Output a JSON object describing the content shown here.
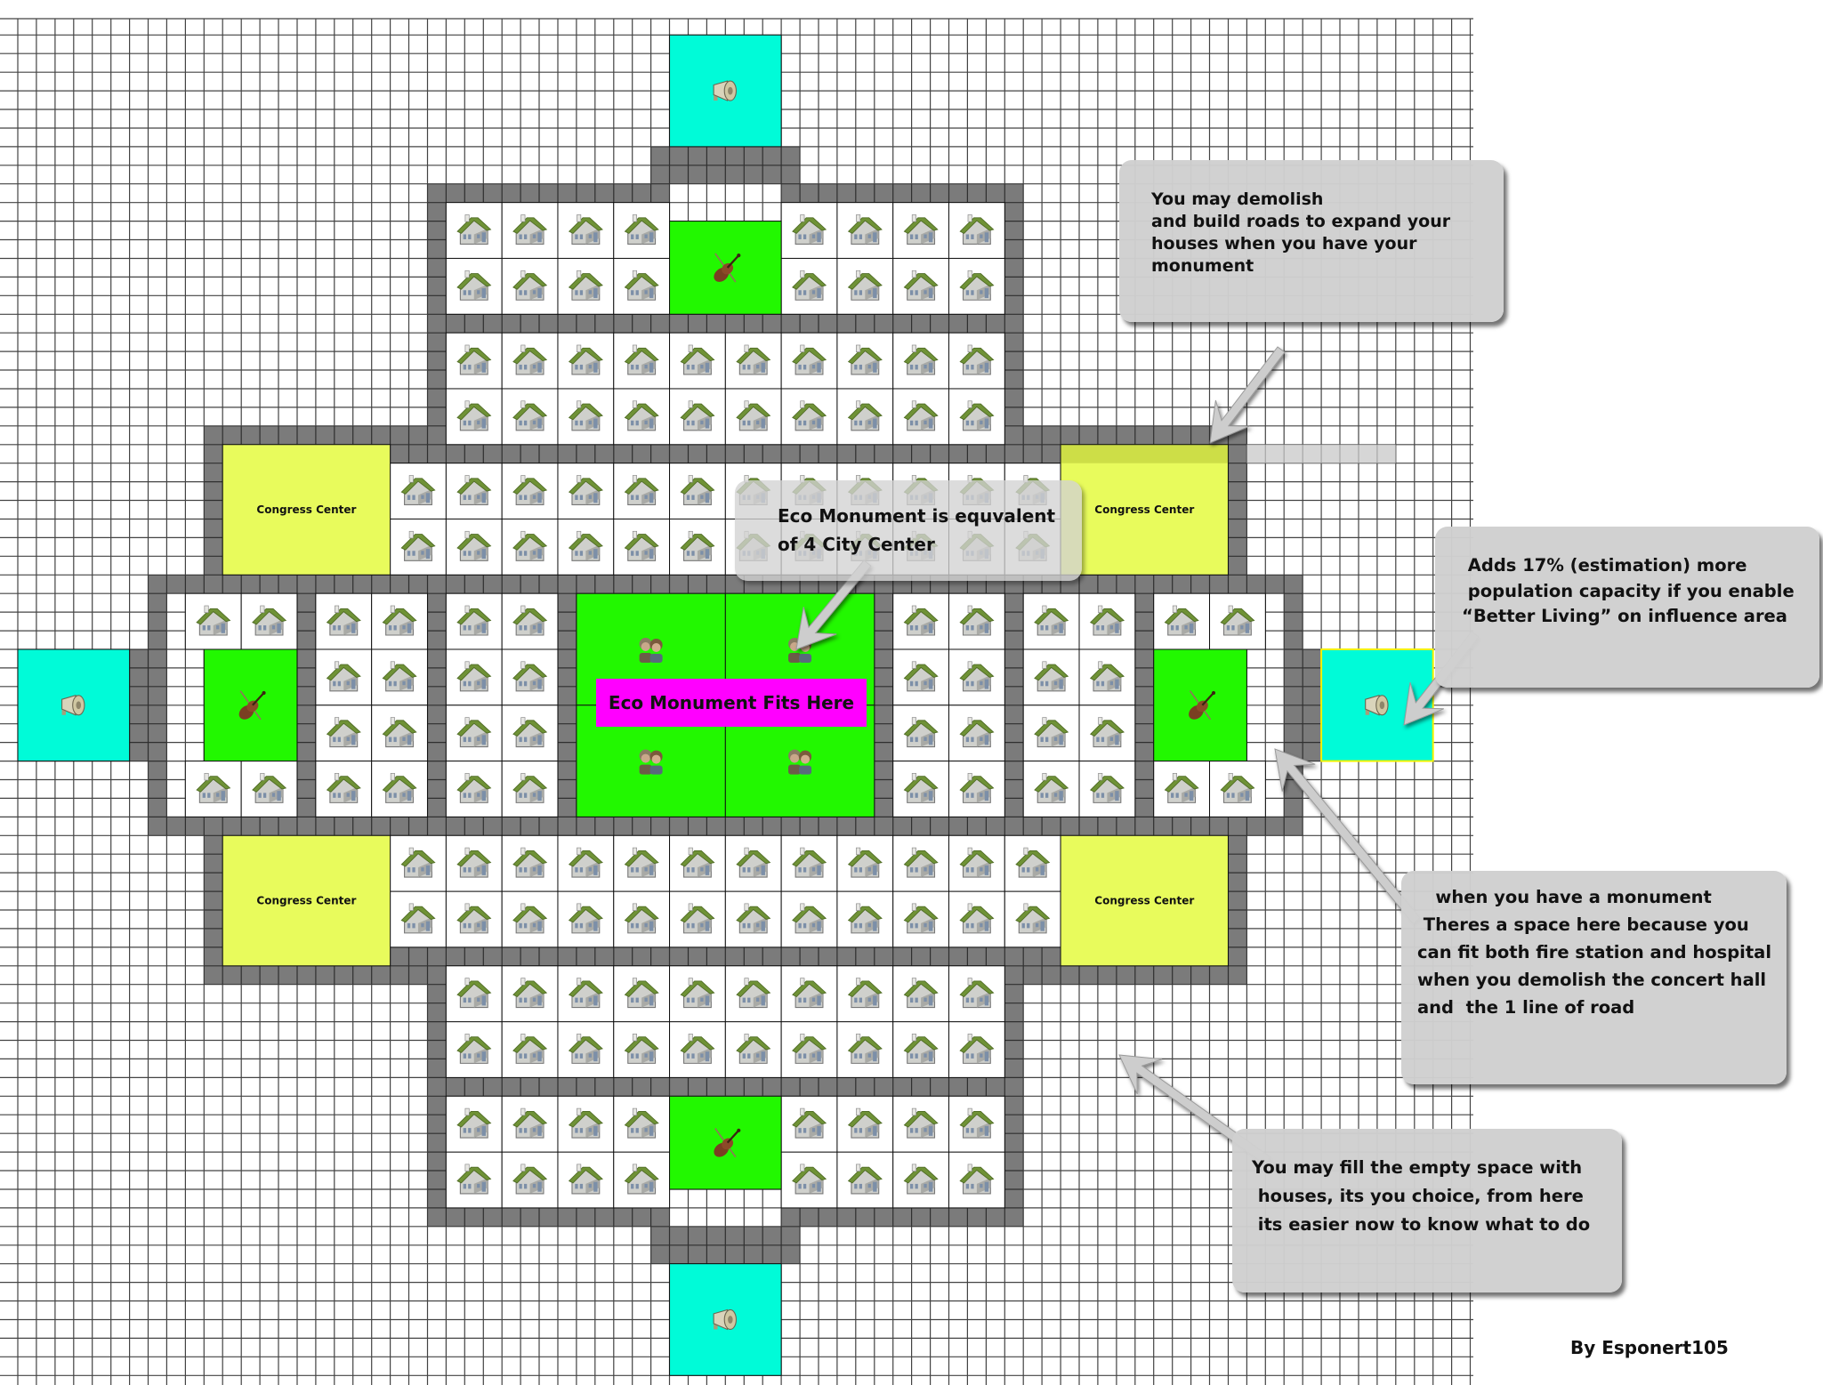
{
  "labels": {
    "congress_center": "Congress Center",
    "eco_fits_here": "Eco Monument Fits Here"
  },
  "callouts": {
    "demolish": [
      "You may demolish",
      "and build roads to expand your",
      "houses when you have your",
      "monument"
    ],
    "eco_equivalent": [
      "Eco Monument is equvalent",
      "of 4 City Center"
    ],
    "better_living": [
      " Adds 17% (estimation) more",
      " population capacity if you enable",
      "“Better Living” on influence area"
    ],
    "space": [
      "   when you have a monument",
      " Theres a space here because you",
      "can fit both fire station and hospital",
      "when you demolish the concert hall",
      "and  the 1 line of road"
    ],
    "fill": [
      "You may fill the empty space with",
      " houses, its you choice, from here",
      " its easier now to know what to do"
    ]
  },
  "signature": "By Esponert105",
  "buildings": {
    "house": "house-icon",
    "concert_hall": "violin-icon",
    "propaganda": "megaphone-icon",
    "eco_monument": "people-icon",
    "congress_center": "Congress Center"
  },
  "colors": {
    "road": "#7b7b7b",
    "congress": "#e8fb5c",
    "concert": "#22f800",
    "propaganda": "#00fbd8",
    "eco_label": "#ff00ff",
    "callout": "#d0d0d0"
  }
}
